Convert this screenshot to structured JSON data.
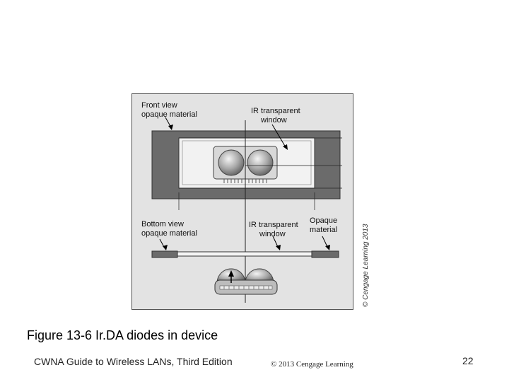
{
  "diagram": {
    "labels": {
      "front_view_line1": "Front view",
      "front_view_line2": "opaque material",
      "ir_top_line1": "IR transparent",
      "ir_top_line2": "window",
      "bottom_view_line1": "Bottom view",
      "bottom_view_line2": "opaque material",
      "ir_bottom_line1": "IR transparent",
      "ir_bottom_line2": "window",
      "opaque_line1": "Opaque",
      "opaque_line2": "material"
    },
    "copyright": "© Cengage Learning 2013"
  },
  "caption": "Figure 13-6  Ir.DA diodes in device",
  "footer": {
    "left": "CWNA Guide to Wireless LANs, Third Edition",
    "center": "© 2013 Cengage Learning",
    "page": "22"
  }
}
